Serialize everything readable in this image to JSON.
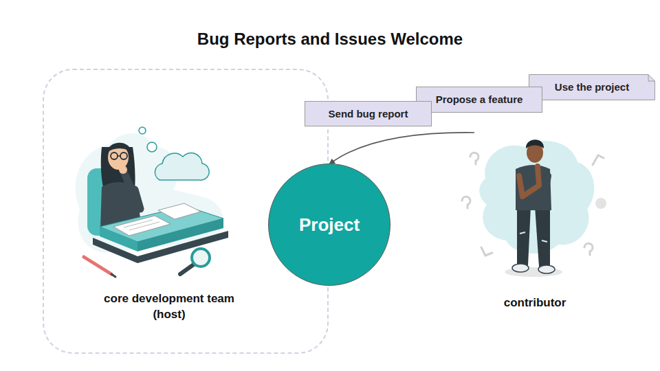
{
  "diagram": {
    "title": "Bug Reports and Issues Welcome",
    "nodes": [
      {
        "text": [
          "core development team (host)"
        ]
      },
      {
        "text": [
          "Project"
        ]
      },
      {
        "text": [
          "Send bug report"
        ]
      },
      {
        "text": [
          "Propose a feature"
        ]
      },
      {
        "text": [
          "Use the project"
        ]
      },
      {
        "text": [
          "contributor"
        ]
      }
    ],
    "edges": [
      {
        "from": 5,
        "to": 1,
        "arrow": "to"
      }
    ]
  }
}
